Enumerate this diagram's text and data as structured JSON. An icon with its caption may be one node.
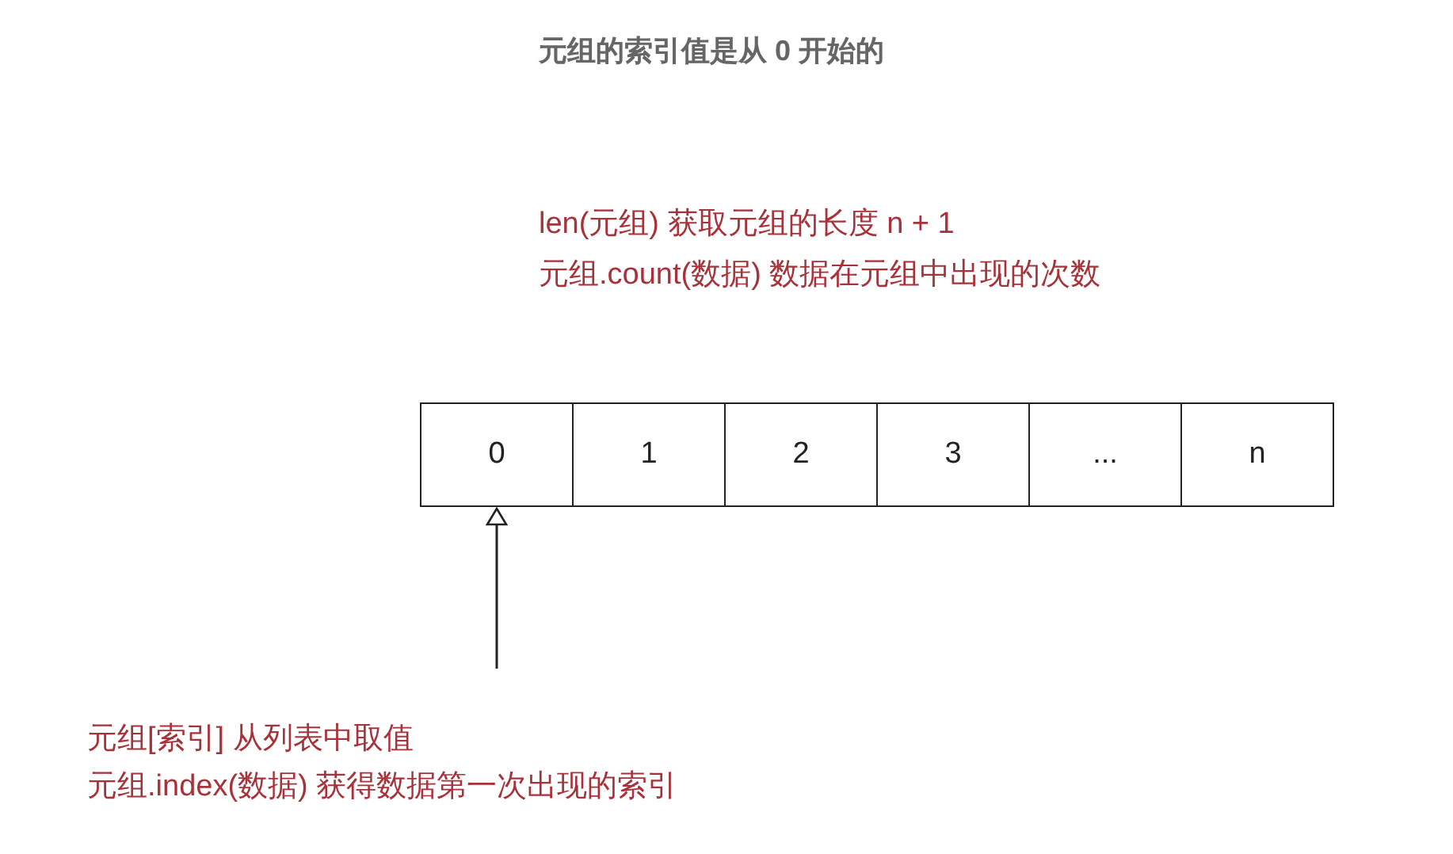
{
  "diagram": {
    "title": "元组的索引值是从 **0** 开始的",
    "nodes": [
      {
        "text": [
          "0"
        ]
      },
      {
        "text": [
          "1"
        ]
      },
      {
        "text": [
          "2"
        ]
      },
      {
        "text": [
          "3"
        ]
      },
      {
        "text": [
          "..."
        ]
      },
      {
        "text": [
          "n"
        ]
      },
      {
        "text": [
          "元组[索引] 从列表中取值",
          "元组.index(数据) 获得数据第一次出现的索引"
        ]
      }
    ],
    "edges": [
      {
        "from": 6,
        "to": 0,
        "arrow": "to"
      }
    ],
    "labels": [
      "len(元组) 获取元组的长度 n + 1",
      "元组.count(数据) 数据在元组中出现的次数"
    ]
  }
}
